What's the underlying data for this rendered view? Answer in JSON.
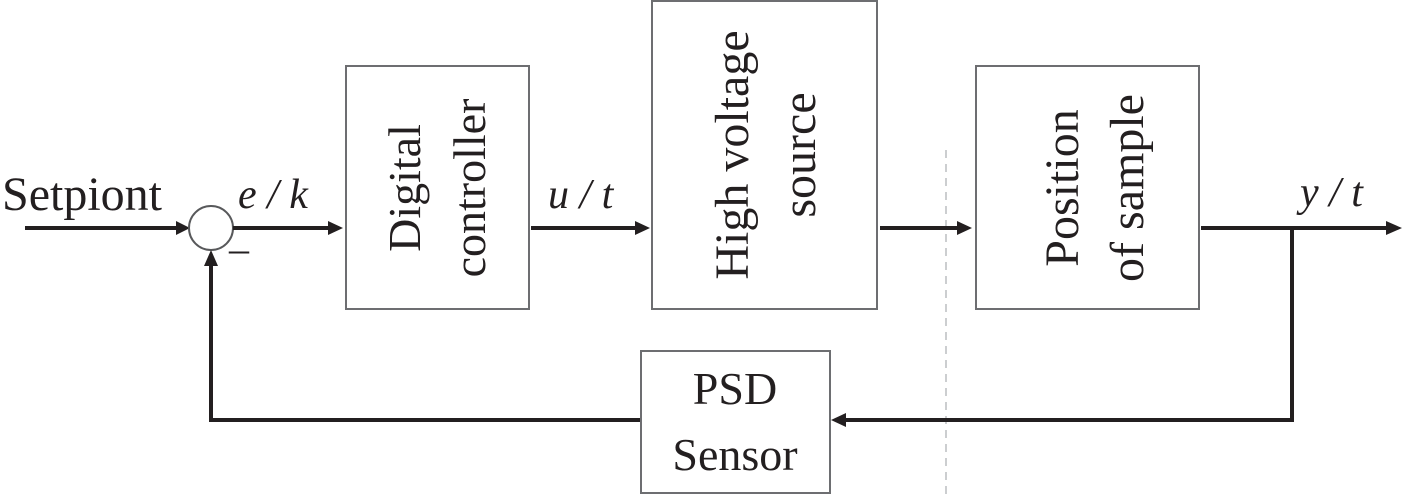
{
  "diagram": {
    "type": "feedback control block diagram",
    "input_label": "Setpiont",
    "summing_junction": {
      "sign_feedback": "–"
    },
    "signals": {
      "error": "e / k",
      "control": "u / t",
      "output": "y / t"
    },
    "blocks": {
      "controller": {
        "line1": "Digital",
        "line2": "controller"
      },
      "hv_source": {
        "line1": "High voltage",
        "line2": "source"
      },
      "plant": {
        "line1": "Position",
        "line2": "of sample"
      },
      "sensor": {
        "line1": "PSD",
        "line2": "Sensor"
      }
    },
    "colors": {
      "line": "#231f20",
      "box_border": "#6d6e71",
      "divider": "#bcbec0"
    }
  }
}
